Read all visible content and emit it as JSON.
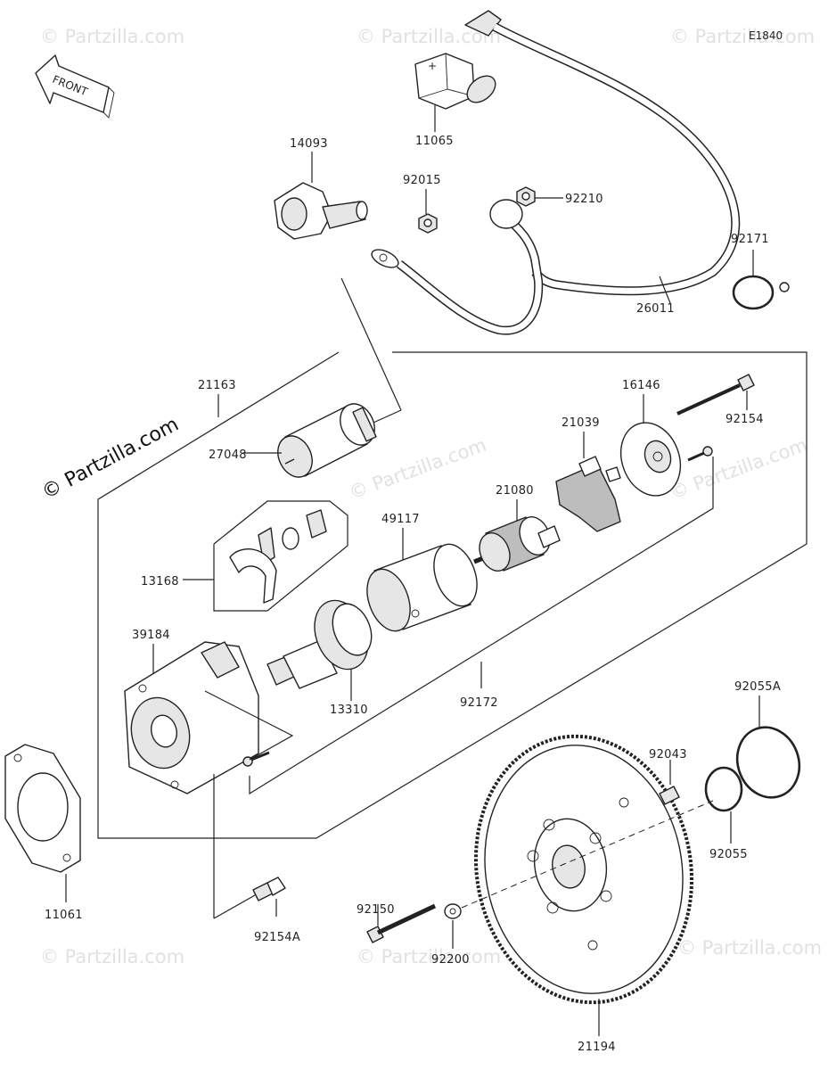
{
  "diagram_code": "E1840",
  "front_label": "FRONT",
  "watermark": "© Partzilla.com",
  "parts": {
    "p14093": "14093",
    "p11065": "11065",
    "p92015": "92015",
    "p92210": "92210",
    "p92171": "92171",
    "p26011": "26011",
    "p21163": "21163",
    "p27048": "27048",
    "p16146": "16146",
    "p92154": "92154",
    "p21039": "21039",
    "p21080": "21080",
    "p49117": "49117",
    "p13168": "13168",
    "p39184": "39184",
    "p13310": "13310",
    "p92172": "92172",
    "p92055A": "92055A",
    "p92043": "92043",
    "p11061": "11061",
    "p92055": "92055",
    "p92150": "92150",
    "p92154A": "92154A",
    "p92200": "92200",
    "p21194": "21194"
  }
}
